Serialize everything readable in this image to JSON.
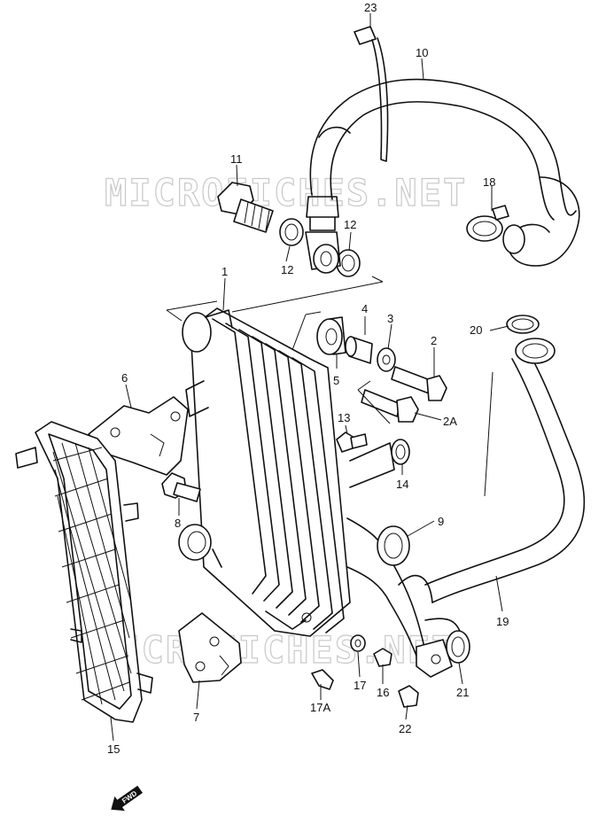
{
  "watermarks": [
    "MICROFICHES.NET",
    "MICROFICHES.NET"
  ],
  "fwd_label": "FWD",
  "labels": {
    "p1": "1",
    "p2": "2",
    "p2a": "2A",
    "p3": "3",
    "p4": "4",
    "p5": "5",
    "p6": "6",
    "p7": "7",
    "p8": "8",
    "p9": "9",
    "p10": "10",
    "p11": "11",
    "p12a": "12",
    "p12b": "12",
    "p13": "13",
    "p14": "14",
    "p15": "15",
    "p16": "16",
    "p17": "17",
    "p17a": "17A",
    "p18": "18",
    "p19": "19",
    "p20": "20",
    "p21": "21",
    "p22": "22",
    "p23": "23"
  }
}
